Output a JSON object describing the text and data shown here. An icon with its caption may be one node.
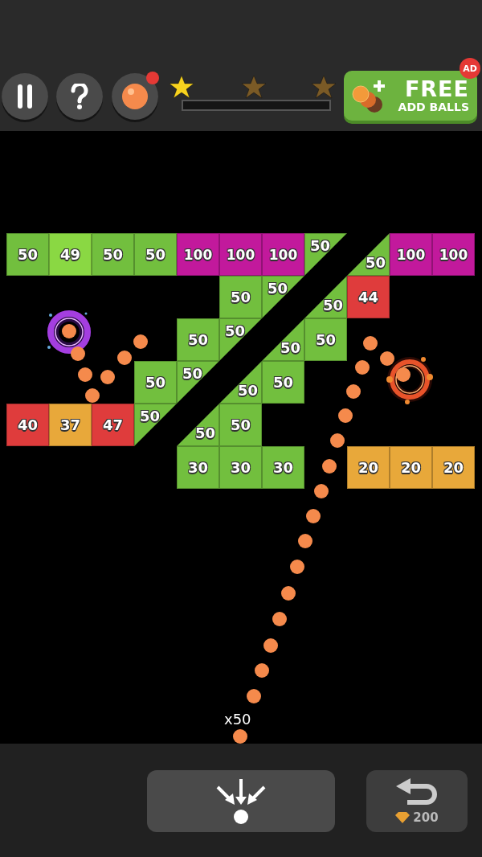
{
  "diagram": {
    "nodes": [
      {
        "text": [
          "50"
        ]
      },
      {
        "text": [
          "49"
        ]
      },
      {
        "text": [
          "50"
        ]
      },
      {
        "text": [
          "50"
        ]
      },
      {
        "text": [
          "100"
        ]
      },
      {
        "text": [
          "100"
        ]
      },
      {
        "text": [
          "100"
        ]
      },
      {
        "text": [
          "50"
        ]
      },
      {
        "text": [
          "50"
        ]
      },
      {
        "text": [
          "100"
        ]
      },
      {
        "text": [
          "100"
        ]
      },
      {
        "text": [
          "50"
        ]
      },
      {
        "text": [
          "50"
        ]
      },
      {
        "text": [
          "50"
        ]
      },
      {
        "text": [
          "44"
        ]
      },
      {
        "text": [
          "50"
        ]
      },
      {
        "text": [
          "50"
        ]
      },
      {
        "text": [
          "50"
        ]
      },
      {
        "text": [
          "50"
        ]
      },
      {
        "text": [
          "50"
        ]
      },
      {
        "text": [
          "50"
        ]
      },
      {
        "text": [
          "50"
        ]
      },
      {
        "text": [
          "50"
        ]
      },
      {
        "text": [
          "40"
        ]
      },
      {
        "text": [
          "37"
        ]
      },
      {
        "text": [
          "47"
        ]
      },
      {
        "text": [
          "50"
        ]
      },
      {
        "text": [
          "50"
        ]
      },
      {
        "text": [
          "50"
        ]
      },
      {
        "text": [
          "30"
        ]
      },
      {
        "text": [
          "30"
        ]
      },
      {
        "text": [
          "30"
        ]
      },
      {
        "text": [
          "20"
        ]
      },
      {
        "text": [
          "20"
        ]
      },
      {
        "text": [
          "20"
        ]
      }
    ],
    "labels": [
      "AD",
      "FREE",
      "ADD BALLS",
      "x50",
      "200"
    ]
  }
}
